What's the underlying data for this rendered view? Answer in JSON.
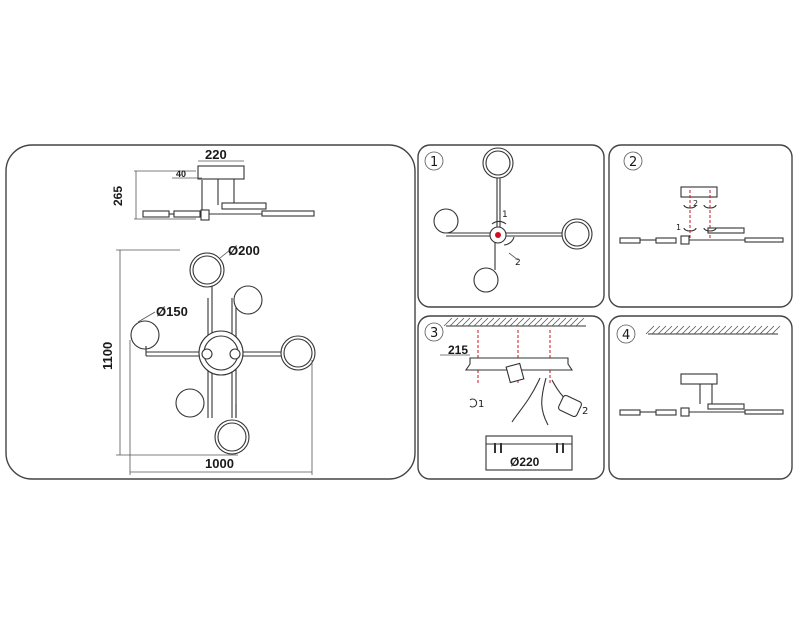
{
  "dimensions": {
    "height_label": "265",
    "width_top_label": "220",
    "offset_label": "40",
    "shade_large_label": "Ø200",
    "shade_small_label": "Ø150",
    "total_height_label": "1100",
    "total_width_label": "1000"
  },
  "steps": [
    {
      "number": "1",
      "marks": [
        "1",
        "2"
      ]
    },
    {
      "number": "2",
      "marks": [
        "2",
        "1"
      ]
    },
    {
      "number": "3",
      "dim_bracket": "215",
      "dim_plate": "Ø220",
      "marks": [
        "1",
        "2"
      ]
    },
    {
      "number": "4"
    }
  ],
  "colors": {
    "frame": "#444444",
    "accent_red": "#d01020"
  }
}
